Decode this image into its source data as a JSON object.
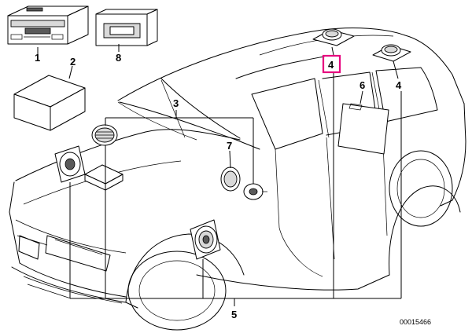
{
  "labels": {
    "p1": "1",
    "p2": "2",
    "p3": "3",
    "p4_left": "4",
    "p4_right": "4",
    "p5": "5",
    "p6": "6",
    "p7": "7",
    "p8": "8"
  },
  "diagram_id": "00015466",
  "colors": {
    "highlight": "#e6007e",
    "line": "#000000"
  }
}
